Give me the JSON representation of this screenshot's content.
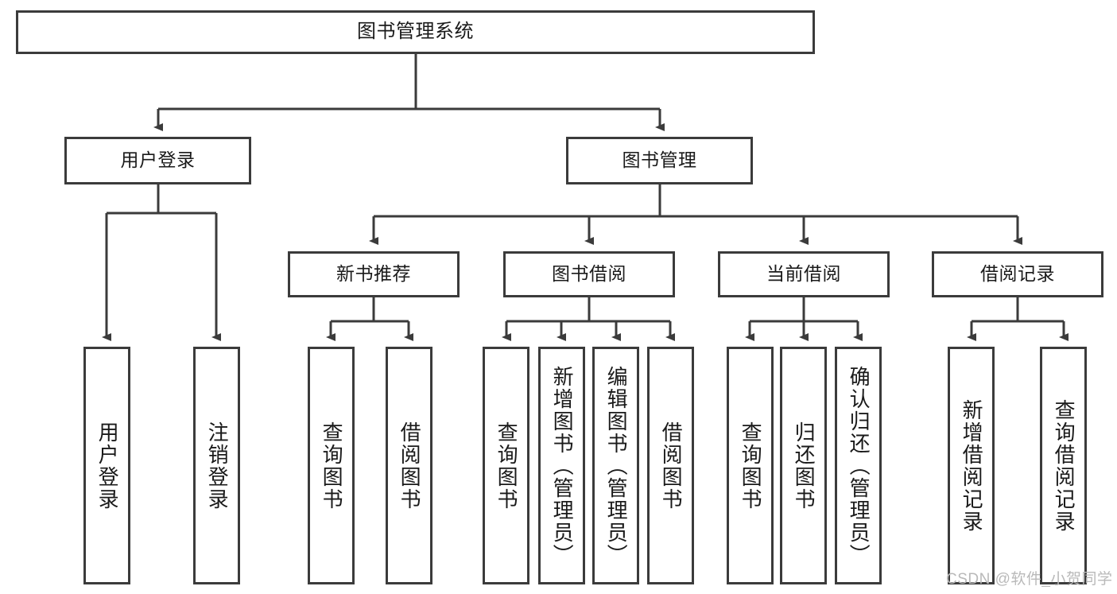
{
  "diagram": {
    "title": "图书管理系统",
    "watermark": "CSDN @软件_小贺同学",
    "levels": {
      "root": {
        "label": "图书管理系统"
      },
      "level2": [
        {
          "label": "用户登录"
        },
        {
          "label": "图书管理"
        }
      ],
      "level3": [
        {
          "label": "新书推荐"
        },
        {
          "label": "图书借阅"
        },
        {
          "label": "当前借阅"
        },
        {
          "label": "借阅记录"
        }
      ],
      "leaves": {
        "user_login": [
          {
            "label": "用户登录"
          },
          {
            "label": "注销登录"
          }
        ],
        "new_book_recommend": [
          {
            "label": "查询图书"
          },
          {
            "label": "借阅图书"
          }
        ],
        "book_borrow": [
          {
            "label": "查询图书"
          },
          {
            "label": "新增图书（管理员）"
          },
          {
            "label": "编辑图书（管理员）"
          },
          {
            "label": "借阅图书"
          }
        ],
        "current_borrow": [
          {
            "label": "查询图书"
          },
          {
            "label": "归还图书"
          },
          {
            "label": "确认归还（管理员）"
          }
        ],
        "borrow_record": [
          {
            "label": "新增借阅记录"
          },
          {
            "label": "查询借阅记录"
          }
        ]
      }
    },
    "colors": {
      "stroke": "#3b3b3b",
      "text": "#1a1a1a",
      "background": "#ffffff",
      "watermark": "#b9b9b9"
    }
  }
}
